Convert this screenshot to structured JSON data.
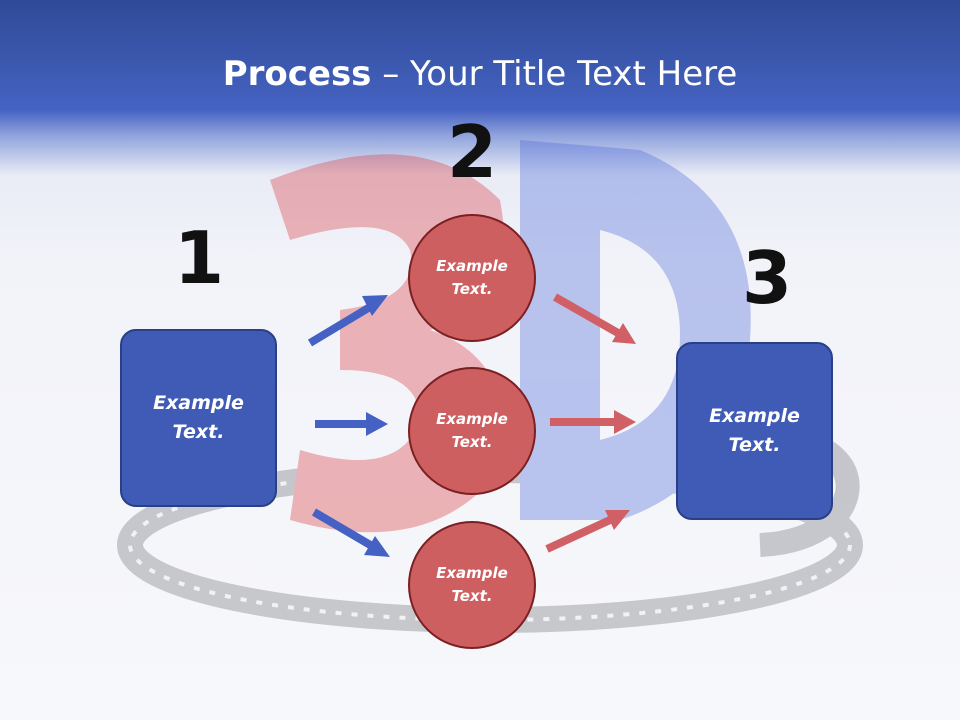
{
  "title": {
    "bold": "Process",
    "rest": " – Your Title Text Here"
  },
  "steps": {
    "one": "1",
    "two": "2",
    "three": "3"
  },
  "nodes": {
    "left_box": "Example\nText.",
    "top_circle": "Example\nText.",
    "middle_circle": "Example\nText.",
    "bottom_circle": "Example\nText.",
    "right_box": "Example\nText."
  },
  "colors": {
    "header_blue": "#3f5bb5",
    "box_blue": "#3f5bb5",
    "circle_red": "#cd5f60",
    "arrow_blue": "#4561c4",
    "arrow_red": "#d06065"
  }
}
